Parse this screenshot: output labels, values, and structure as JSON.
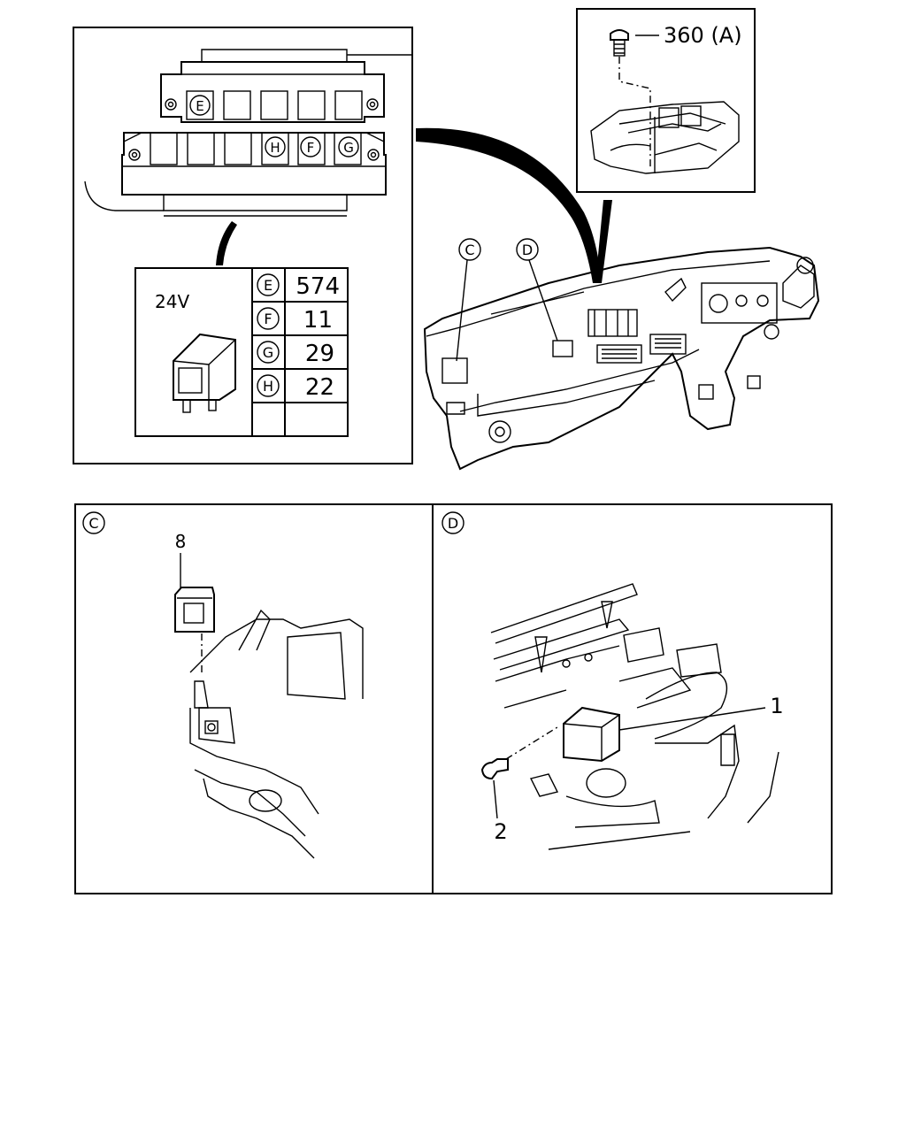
{
  "callouts": {
    "bolt_top": "360 (A)",
    "view_c": "C",
    "view_d": "D",
    "view_e": "E",
    "view_f": "F",
    "view_g": "G",
    "view_h": "H",
    "part_8": "8",
    "part_1": "1",
    "part_2": "2"
  },
  "relay_table": {
    "voltage": "24V",
    "rows": [
      {
        "letter": "E",
        "value": "574"
      },
      {
        "letter": "F",
        "value": "11"
      },
      {
        "letter": "G",
        "value": "29"
      },
      {
        "letter": "H",
        "value": "22"
      }
    ]
  }
}
